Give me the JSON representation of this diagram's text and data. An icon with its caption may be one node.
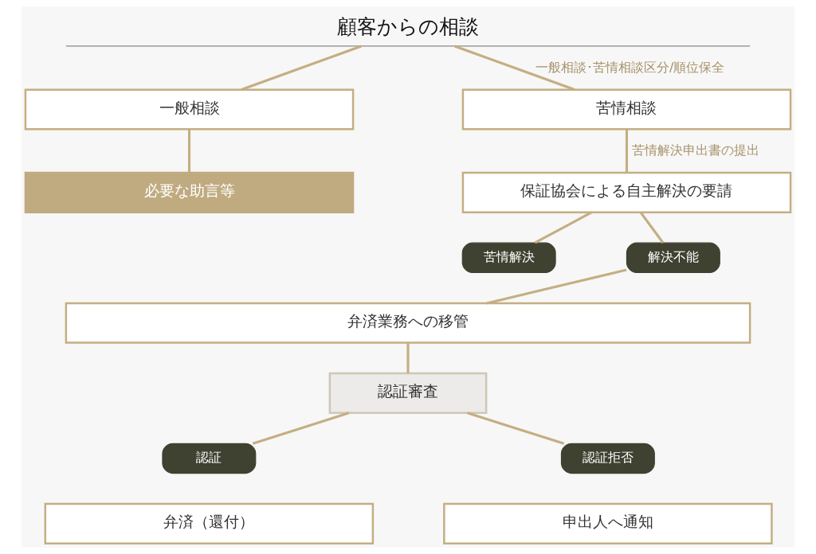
{
  "diagram": {
    "nodes": [
      {
        "text": [
          "顧客からの相談"
        ]
      },
      {
        "text": [
          "一般相談"
        ]
      },
      {
        "text": [
          "苦情相談"
        ]
      },
      {
        "text": [
          "必要な助言等"
        ]
      },
      {
        "text": [
          "保証協会による自主解決の要請"
        ]
      },
      {
        "text": [
          "苦情解決"
        ]
      },
      {
        "text": [
          "解決不能"
        ]
      },
      {
        "text": [
          "弁済業務への移管"
        ]
      },
      {
        "text": [
          "認証審査"
        ]
      },
      {
        "text": [
          "認証"
        ]
      },
      {
        "text": [
          "認証拒否"
        ]
      },
      {
        "text": [
          "弁済（還付）"
        ]
      },
      {
        "text": [
          "申出人へ通知"
        ]
      }
    ],
    "edges": [
      {
        "from": 0,
        "to": 1,
        "arrow": "none"
      },
      {
        "from": 0,
        "to": 2,
        "arrow": "none",
        "label": "一般相談･苦情相談区分/順位保全"
      },
      {
        "from": 1,
        "to": 3,
        "arrow": "none"
      },
      {
        "from": 2,
        "to": 4,
        "arrow": "none",
        "label": "苦情解決申出書の提出"
      },
      {
        "from": 4,
        "to": 5,
        "arrow": "none"
      },
      {
        "from": 4,
        "to": 6,
        "arrow": "none"
      },
      {
        "from": 6,
        "to": 7,
        "arrow": "none"
      },
      {
        "from": 7,
        "to": 8,
        "arrow": "none"
      },
      {
        "from": 8,
        "to": 9,
        "arrow": "none"
      },
      {
        "from": 8,
        "to": 10,
        "arrow": "none"
      }
    ]
  }
}
